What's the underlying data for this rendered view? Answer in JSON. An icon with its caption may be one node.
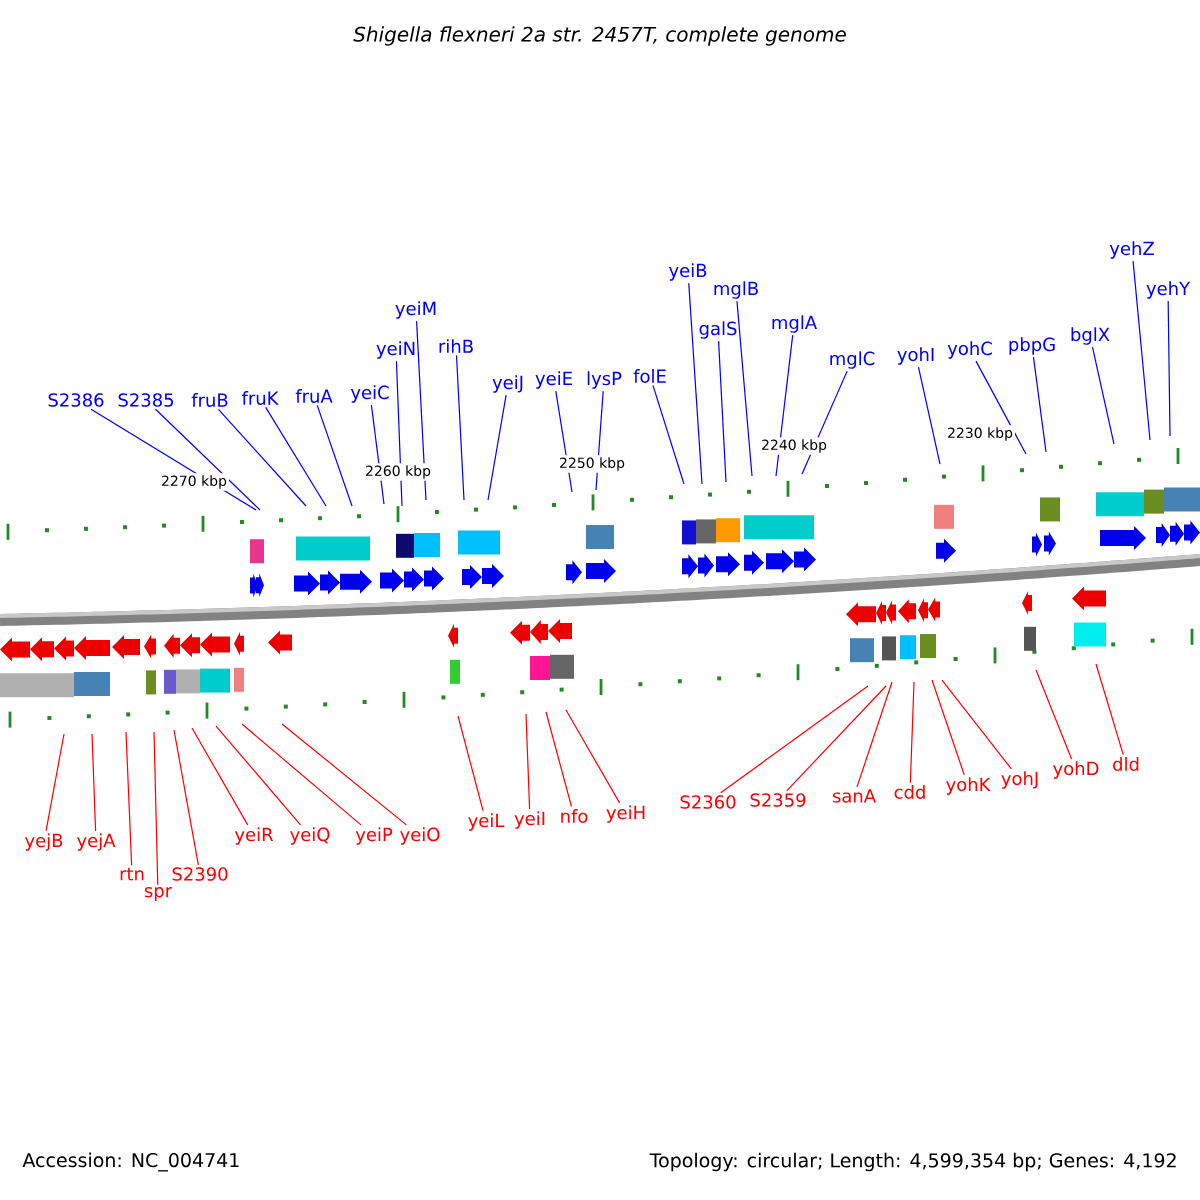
{
  "diagram": {
    "title": "Shigella flexneri 2a str. 2457T, complete genome",
    "nodes": [
      {
        "text": [
          "S2386"
        ]
      },
      {
        "text": [
          "S2385"
        ]
      },
      {
        "text": [
          "fruB"
        ]
      },
      {
        "text": [
          "fruK"
        ]
      },
      {
        "text": [
          "fruA"
        ]
      },
      {
        "text": [
          "yeiC"
        ]
      },
      {
        "text": [
          "yeiN"
        ]
      },
      {
        "text": [
          "yeiM"
        ]
      },
      {
        "text": [
          "rihB"
        ]
      },
      {
        "text": [
          "yeiJ"
        ]
      },
      {
        "text": [
          "yeiE"
        ]
      },
      {
        "text": [
          "lysP"
        ]
      },
      {
        "text": [
          "folE"
        ]
      },
      {
        "text": [
          "yeiB"
        ]
      },
      {
        "text": [
          "galS"
        ]
      },
      {
        "text": [
          "mglB"
        ]
      },
      {
        "text": [
          "mglA"
        ]
      },
      {
        "text": [
          "mglC"
        ]
      },
      {
        "text": [
          "yohI"
        ]
      },
      {
        "text": [
          "yohC"
        ]
      },
      {
        "text": [
          "pbpG"
        ]
      },
      {
        "text": [
          "bglX"
        ]
      },
      {
        "text": [
          "yehZ"
        ]
      },
      {
        "text": [
          "yehY"
        ]
      },
      {
        "text": [
          "yejB"
        ]
      },
      {
        "text": [
          "yejA"
        ]
      },
      {
        "text": [
          "rtn"
        ]
      },
      {
        "text": [
          "spr"
        ]
      },
      {
        "text": [
          "S2390"
        ]
      },
      {
        "text": [
          "yeiR"
        ]
      },
      {
        "text": [
          "yeiQ"
        ]
      },
      {
        "text": [
          "yeiP"
        ]
      },
      {
        "text": [
          "yeiO"
        ]
      },
      {
        "text": [
          "yeiL"
        ]
      },
      {
        "text": [
          "yeiI"
        ]
      },
      {
        "text": [
          "nfo"
        ]
      },
      {
        "text": [
          "yeiH"
        ]
      },
      {
        "text": [
          "S2360"
        ]
      },
      {
        "text": [
          "S2359"
        ]
      },
      {
        "text": [
          "sanA"
        ]
      },
      {
        "text": [
          "cdd"
        ]
      },
      {
        "text": [
          "yohK"
        ]
      },
      {
        "text": [
          "yohJ"
        ]
      },
      {
        "text": [
          "yohD"
        ]
      },
      {
        "text": [
          "dld"
        ]
      }
    ],
    "edges": [
      {
        "from": 0,
        "to": null,
        "arrow": "none"
      },
      {
        "from": 1,
        "to": null,
        "arrow": "none"
      },
      {
        "from": 2,
        "to": null,
        "arrow": "none"
      },
      {
        "from": 3,
        "to": null,
        "arrow": "none"
      },
      {
        "from": 4,
        "to": null,
        "arrow": "none"
      },
      {
        "from": 5,
        "to": null,
        "arrow": "none"
      },
      {
        "from": 6,
        "to": null,
        "arrow": "none"
      },
      {
        "from": 7,
        "to": null,
        "arrow": "none"
      },
      {
        "from": 8,
        "to": null,
        "arrow": "none"
      },
      {
        "from": 9,
        "to": null,
        "arrow": "none"
      },
      {
        "from": 10,
        "to": null,
        "arrow": "none"
      },
      {
        "from": 11,
        "to": null,
        "arrow": "none"
      },
      {
        "from": 12,
        "to": null,
        "arrow": "none"
      },
      {
        "from": 13,
        "to": null,
        "arrow": "none"
      },
      {
        "from": 14,
        "to": null,
        "arrow": "none"
      },
      {
        "from": 15,
        "to": null,
        "arrow": "none"
      },
      {
        "from": 16,
        "to": null,
        "arrow": "none"
      },
      {
        "from": 17,
        "to": null,
        "arrow": "none"
      },
      {
        "from": 18,
        "to": null,
        "arrow": "none"
      },
      {
        "from": 19,
        "to": null,
        "arrow": "none"
      },
      {
        "from": 20,
        "to": null,
        "arrow": "none"
      },
      {
        "from": 21,
        "to": null,
        "arrow": "none"
      },
      {
        "from": 22,
        "to": null,
        "arrow": "none"
      },
      {
        "from": 23,
        "to": null,
        "arrow": "none"
      },
      {
        "from": 24,
        "to": null,
        "arrow": "none",
        "color": "#ff0000"
      },
      {
        "from": 25,
        "to": null,
        "arrow": "none",
        "color": "#ff0000"
      },
      {
        "from": 26,
        "to": null,
        "arrow": "none",
        "color": "#ff0000"
      },
      {
        "from": 27,
        "to": null,
        "arrow": "none",
        "color": "#ff0000"
      },
      {
        "from": 28,
        "to": null,
        "arrow": "none",
        "color": "#ff0000"
      },
      {
        "from": 29,
        "to": null,
        "arrow": "none",
        "color": "#ff0000"
      },
      {
        "from": 30,
        "to": null,
        "arrow": "none",
        "color": "#ff0000"
      },
      {
        "from": 31,
        "to": null,
        "arrow": "none",
        "color": "#ff0000"
      },
      {
        "from": 32,
        "to": null,
        "arrow": "none",
        "color": "#ff0000"
      },
      {
        "from": 33,
        "to": null,
        "arrow": "none",
        "color": "#ff0000"
      },
      {
        "from": 34,
        "to": null,
        "arrow": "none",
        "color": "#ff0000"
      },
      {
        "from": 35,
        "to": null,
        "arrow": "none",
        "color": "#ff0000"
      },
      {
        "from": 36,
        "to": null,
        "arrow": "none",
        "color": "#ff0000"
      },
      {
        "from": 37,
        "to": null,
        "arrow": "none",
        "color": "#ff0000"
      },
      {
        "from": 38,
        "to": null,
        "arrow": "none",
        "color": "#ff0000"
      },
      {
        "from": 39,
        "to": null,
        "arrow": "none",
        "color": "#ff0000"
      },
      {
        "from": 40,
        "to": null,
        "arrow": "none",
        "color": "#ff0000"
      },
      {
        "from": 41,
        "to": null,
        "arrow": "none",
        "color": "#ff0000"
      },
      {
        "from": 42,
        "to": null,
        "arrow": "none",
        "color": "#ff0000"
      },
      {
        "from": 43,
        "to": null,
        "arrow": "none",
        "color": "#ff0000"
      },
      {
        "from": 44,
        "to": null,
        "arrow": "none",
        "color": "#ff0000"
      }
    ],
    "labels": [
      "2270 kbp",
      "2260 kbp",
      "2250 kbp",
      "2240 kbp",
      "2230 kbp",
      "Accession: NC_004741",
      "Topology: circular; Length: 4,599,354 bp; Genes: 4,192"
    ]
  }
}
